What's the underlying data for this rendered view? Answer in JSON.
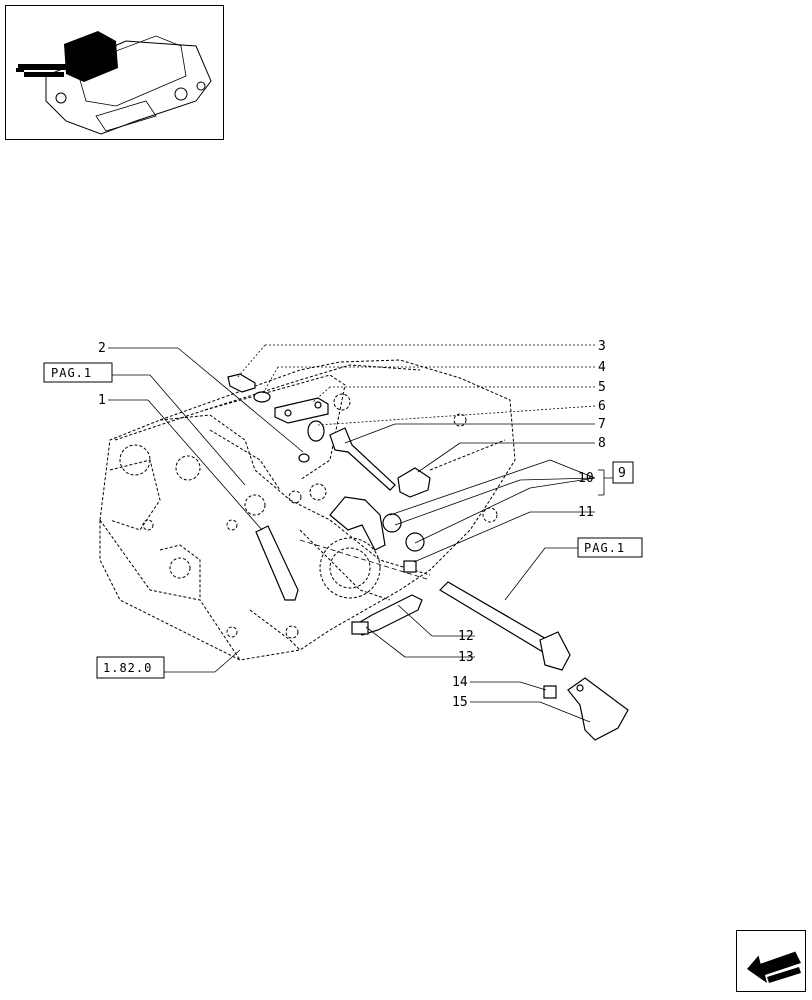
{
  "callouts": [
    {
      "id": "c1",
      "text": "1"
    },
    {
      "id": "c2",
      "text": "2"
    },
    {
      "id": "c3",
      "text": "3"
    },
    {
      "id": "c4",
      "text": "4"
    },
    {
      "id": "c5",
      "text": "5"
    },
    {
      "id": "c6",
      "text": "6"
    },
    {
      "id": "c7",
      "text": "7"
    },
    {
      "id": "c8",
      "text": "8"
    },
    {
      "id": "c9",
      "text": "9"
    },
    {
      "id": "c10",
      "text": "10"
    },
    {
      "id": "c11",
      "text": "11"
    },
    {
      "id": "c12",
      "text": "12"
    },
    {
      "id": "c13",
      "text": "13"
    },
    {
      "id": "c14",
      "text": "14"
    },
    {
      "id": "c15",
      "text": "15"
    }
  ],
  "refs": {
    "pag1_left": "PAG.1",
    "pag1_right": "PAG.1",
    "section": "1.82.0"
  },
  "nav_icon": "arrow-back-icon",
  "colors": {
    "ink": "#000000",
    "paper": "#ffffff"
  }
}
